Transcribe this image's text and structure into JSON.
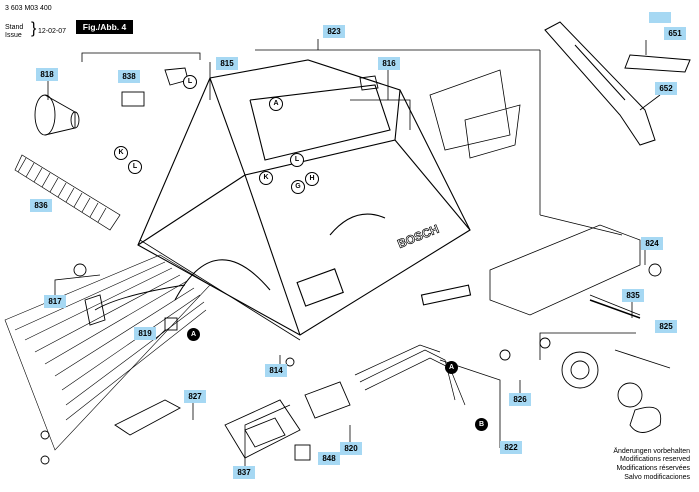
{
  "header": {
    "doc_number": "3 603 M03 400",
    "stand_label": "Stand",
    "issue_label": "Issue",
    "date": "12-02-07",
    "figure_label": "Fig./Abb. 4"
  },
  "part_numbers": {
    "p651": "651",
    "p652": "652",
    "p814": "814",
    "p815": "815",
    "p816": "816",
    "p817": "817",
    "p818": "818",
    "p819": "819",
    "p820": "820",
    "p822": "822",
    "p823": "823",
    "p824": "824",
    "p825": "825",
    "p826": "826",
    "p827": "827",
    "p835": "835",
    "p836": "836",
    "p837": "837",
    "p838": "838",
    "p848": "848"
  },
  "callouts": {
    "A": "A",
    "B": "B",
    "G": "G",
    "H": "H",
    "K": "K",
    "L": "L"
  },
  "modifications_note": [
    "Änderungen vorbehalten",
    "Modifications reserved",
    "Modifications réservées",
    "Salvo modificaciones"
  ],
  "brand_mark": "BOSCH",
  "colors": {
    "badge": "#a6d8f3",
    "line": "#000000"
  }
}
